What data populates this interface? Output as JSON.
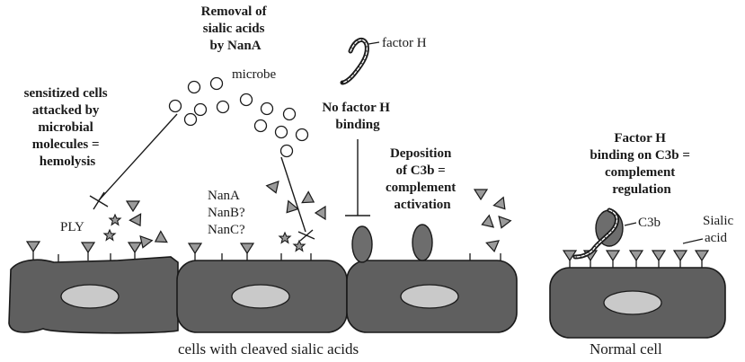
{
  "labels": {
    "removal_title": [
      "Removal of",
      "sialic acids",
      "by NanA"
    ],
    "microbe": "microbe",
    "factor_h": "factor H",
    "no_factor_h": [
      "No factor H",
      "binding"
    ],
    "sensitized": [
      "sensitized cells",
      "attacked by",
      "microbial",
      "molecules =",
      "hemolysis"
    ],
    "ply": "PLY",
    "nan_enzymes": [
      "NanA",
      "NanB?",
      "NanC?"
    ],
    "deposition": [
      "Deposition",
      "of C3b =",
      "complement",
      "activation"
    ],
    "factor_h_binding": [
      "Factor H",
      "binding on C3b =",
      "complement",
      "regulation"
    ],
    "c3b": "C3b",
    "sialic_acid": [
      "Sialic",
      "acid"
    ],
    "cleaved_caption": "cells with cleaved sialic acids",
    "normal_caption": "Normal cell"
  },
  "colors": {
    "cell_fill": "#5f5f5f",
    "nucleus_fill": "#c9c9c9",
    "receptor_fill": "#9a9a9a",
    "c3b_fill": "#6d6d6d",
    "stroke": "#1a1a1a",
    "microbe_fill": "#ffffff"
  }
}
